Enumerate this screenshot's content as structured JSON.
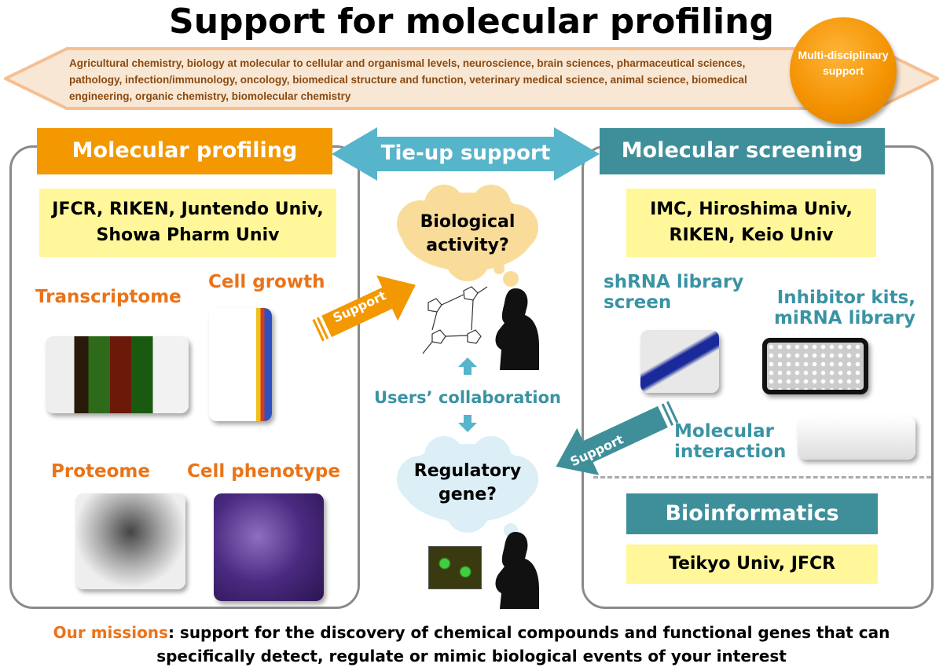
{
  "title": "Support for molecular profiling",
  "banner": {
    "fields": "Agricultural chemistry, biology at molecular to cellular and organismal levels, neuroscience, brain sciences, pharmaceutical sciences, pathology, infection/immunology, oncology, biomedical structure and function, veterinary medical science, animal science, biomedical engineering, organic chemistry, biomolecular chemistry",
    "badge": "Multi-disciplinary support"
  },
  "left": {
    "header": "Molecular profiling",
    "institutions": "JFCR, RIKEN, Juntendo Univ, Showa Pharm Univ",
    "items": [
      "Transcriptome",
      "Cell growth",
      "Proteome",
      "Cell phenotype"
    ]
  },
  "center": {
    "tieup": "Tie-up support",
    "cloud1": "Biological activity?",
    "cloud2": "Regulatory gene?",
    "collab": "Users’ collaboration",
    "support_left": "Support",
    "support_right": "Support"
  },
  "right": {
    "header": "Molecular screening",
    "institutions": "IMC, Hiroshima Univ, RIKEN, Keio Univ",
    "items": [
      "shRNA library screen",
      "Inhibitor kits, miRNA library",
      "Molecular interaction"
    ],
    "bio_header": "Bioinformatics",
    "bio_institutions": "Teikyo Univ, JFCR"
  },
  "mission": {
    "label": "Our missions",
    "text1": ": support for the discovery of chemical compounds and functional genes that can",
    "text2": "specifically detect, regulate or mimic biological events of your interest"
  },
  "colors": {
    "orange": "#f39800",
    "teal": "#3f8f9a",
    "lightblue": "#56b4cb",
    "yellow": "#fff799"
  }
}
